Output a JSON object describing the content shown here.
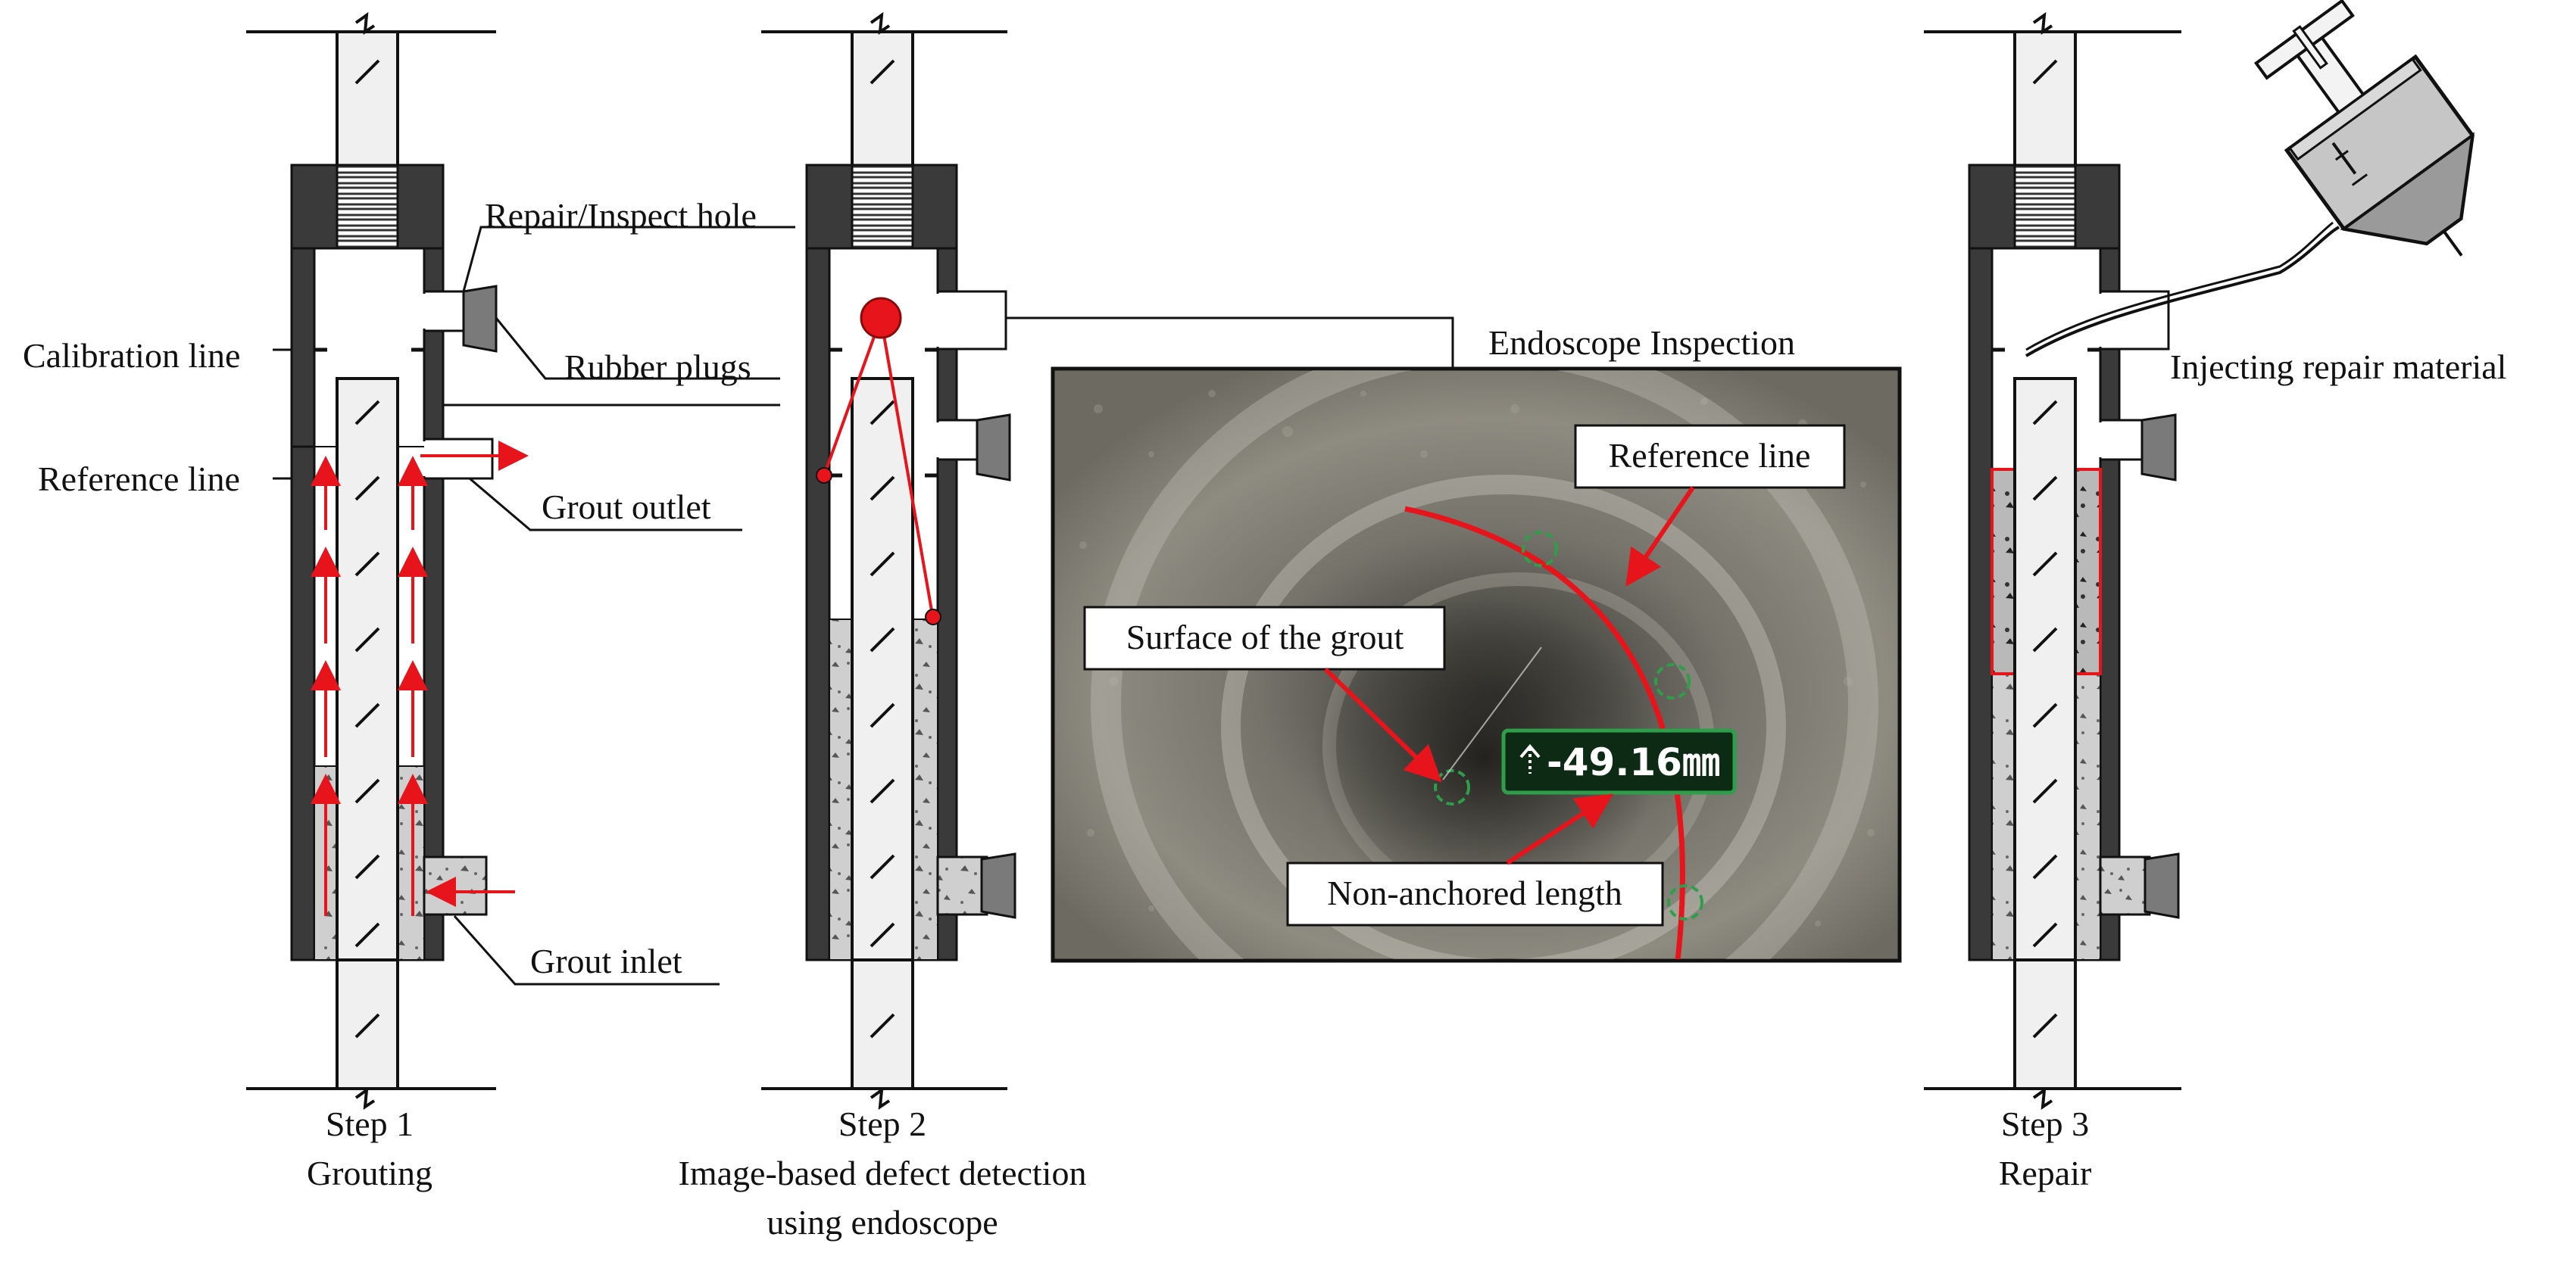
{
  "labels": {
    "repair_hole": "Repair/Inspect hole",
    "calibration_line": "Calibration line",
    "rubber_plugs": "Rubber plugs",
    "reference_line": "Reference line",
    "grout_outlet": "Grout outlet",
    "grout_inlet": "Grout inlet",
    "endoscope_inspection": "Endoscope Inspection",
    "injecting_repair": "Injecting repair material"
  },
  "endoscope": {
    "reference_line": "Reference line",
    "surface_of_grout": "Surface of the grout",
    "non_anchored_length": "Non-anchored length",
    "measurement": "-49.16㎜",
    "measurement_icon": "arrow-up-icon"
  },
  "steps": {
    "step1": {
      "number": "Step 1",
      "title": "Grouting"
    },
    "step2": {
      "number": "Step 2",
      "title_line1": "Image-based defect detection",
      "title_line2": "using endoscope"
    },
    "step3": {
      "number": "Step 3",
      "title": "Repair"
    }
  },
  "colors": {
    "accent_red": "#e8141c",
    "sleeve_dark": "#3a3a3a",
    "grout_gray": "#c8c8c8",
    "measure_green": "#2e9e4a"
  }
}
